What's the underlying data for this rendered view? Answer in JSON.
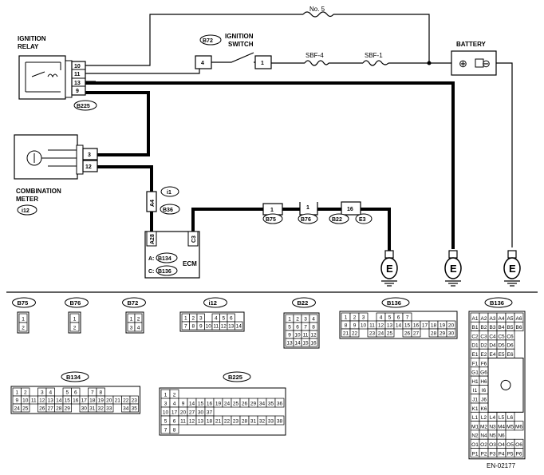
{
  "labels": {
    "ignition_relay": [
      "IGNITION",
      "RELAY"
    ],
    "ignition_switch": [
      "IGNITION",
      "SWITCH"
    ],
    "battery": "BATTERY",
    "combination_meter": [
      "COMBINATION",
      "METER"
    ],
    "ecm": "ECM",
    "fuse_no5": "No. 5",
    "sbf4": "SBF-4",
    "sbf1": "SBF-1",
    "image_code": "EN-02177"
  },
  "relay_pins": [
    "10",
    "11",
    "13",
    "9"
  ],
  "meter_pins": [
    "3",
    "12"
  ],
  "connector_tags": {
    "relay": "B225",
    "switch": "B72",
    "meter": "i12",
    "meter_harness": "i1",
    "meter_harness2": "B36",
    "ecm_a": "B134",
    "ecm_c": "B136",
    "b75": "B75",
    "b76": "B76",
    "b22": "B22",
    "e3": "E3"
  },
  "pin_labels": {
    "switch_left": "4",
    "switch_right": "1",
    "ecm_a28": "A28",
    "ecm_c3": "C3",
    "harness_a4": "A4",
    "b75_pin": "1",
    "b76_pin": "1",
    "b22_pin": "16"
  },
  "ecm_refs": {
    "a_prefix": "A:",
    "c_prefix": "C:"
  },
  "ground_symbol": "E",
  "battery_terminals": {
    "pos": "⊕",
    "neg": "⊖"
  },
  "pinouts": {
    "b75": {
      "title": "B75",
      "rows": [
        [
          "1"
        ],
        [
          "2"
        ]
      ]
    },
    "b76": {
      "title": "B76",
      "rows": [
        [
          "1"
        ],
        [
          "2"
        ]
      ]
    },
    "b72": {
      "title": "B72",
      "rows": [
        [
          "1",
          "2"
        ],
        [
          "3",
          "4"
        ]
      ]
    },
    "i12": {
      "title": "i12",
      "rows": [
        [
          "1",
          "2",
          "3",
          "",
          "4",
          "5",
          "6"
        ],
        [
          "7",
          "8",
          "9",
          "10",
          "11",
          "12",
          "13",
          "14"
        ]
      ]
    },
    "b22": {
      "title": "B22",
      "rows": [
        [
          "1",
          "2",
          "3",
          "4"
        ],
        [
          "5",
          "6",
          "7",
          "8"
        ],
        [
          "9",
          "10",
          "11",
          "12"
        ],
        [
          "13",
          "14",
          "15",
          "16"
        ]
      ]
    },
    "b136_top": {
      "title": "B136",
      "rows": [
        [
          "1",
          "2",
          "3",
          "",
          "4",
          "5",
          "6",
          "7"
        ],
        [
          "8",
          "9",
          "10",
          "11",
          "12",
          "13",
          "14",
          "15",
          "16",
          "17",
          "18",
          "19",
          "20"
        ],
        [
          "21",
          "22",
          "",
          "23",
          "24",
          "25",
          "",
          "26",
          "27",
          "",
          "28",
          "29",
          "30"
        ]
      ]
    },
    "b134": {
      "title": "B134",
      "rows": [
        [
          "1",
          "2",
          "",
          "3",
          "4",
          "",
          "5",
          "6",
          "",
          "7",
          "8"
        ],
        [
          "9",
          "10",
          "11",
          "12",
          "13",
          "14",
          "15",
          "16",
          "17",
          "18",
          "19",
          "20",
          "21",
          "22",
          "23"
        ],
        [
          "24",
          "25",
          "",
          "26",
          "27",
          "28",
          "29",
          "",
          "30",
          "31",
          "32",
          "33",
          "",
          "34",
          "35"
        ]
      ]
    },
    "b225": {
      "title": "B225",
      "rows": [
        [
          "1",
          "2"
        ],
        [
          "3",
          "4",
          "9",
          "14",
          "15",
          "16",
          "19",
          "24",
          "25",
          "26",
          "29",
          "34",
          "35",
          "36"
        ],
        [
          "10",
          "17",
          "20",
          "27",
          "30",
          "37"
        ],
        [
          "5",
          "6",
          "11",
          "12",
          "13",
          "18",
          "21",
          "22",
          "23",
          "28",
          "31",
          "32",
          "33",
          "38"
        ],
        [
          "7",
          "8"
        ]
      ]
    },
    "b136_right": {
      "title": "B136",
      "rows": [
        [
          "A1",
          "A2",
          "A3",
          "A4",
          "A5",
          "A6"
        ],
        [
          "B1",
          "B2",
          "B3",
          "B4",
          "B5",
          "B6"
        ],
        [
          "C2",
          "C3",
          "C4",
          "C5",
          "C6"
        ],
        [
          "D1",
          "D2",
          "D4",
          "D5",
          "D6"
        ],
        [
          "E1",
          "E2",
          "E4",
          "E5",
          "E6"
        ],
        [
          "F1",
          "F6"
        ],
        [
          "G1",
          "G6"
        ],
        [
          "H1",
          "H6"
        ],
        [
          "I1",
          "I6"
        ],
        [
          "J1",
          "J6"
        ],
        [
          "K1",
          "K6"
        ],
        [
          "L1",
          "L2",
          "L4",
          "L5",
          "L6"
        ],
        [
          "M1",
          "M2",
          "N3",
          "M4",
          "M5",
          "M6"
        ],
        [
          "N2",
          "N4",
          "N5",
          "N6"
        ],
        [
          "O1",
          "O2",
          "O3",
          "O4",
          "O5",
          "O6"
        ],
        [
          "P1",
          "P2",
          "P3",
          "P4",
          "P5",
          "P6"
        ]
      ]
    }
  }
}
